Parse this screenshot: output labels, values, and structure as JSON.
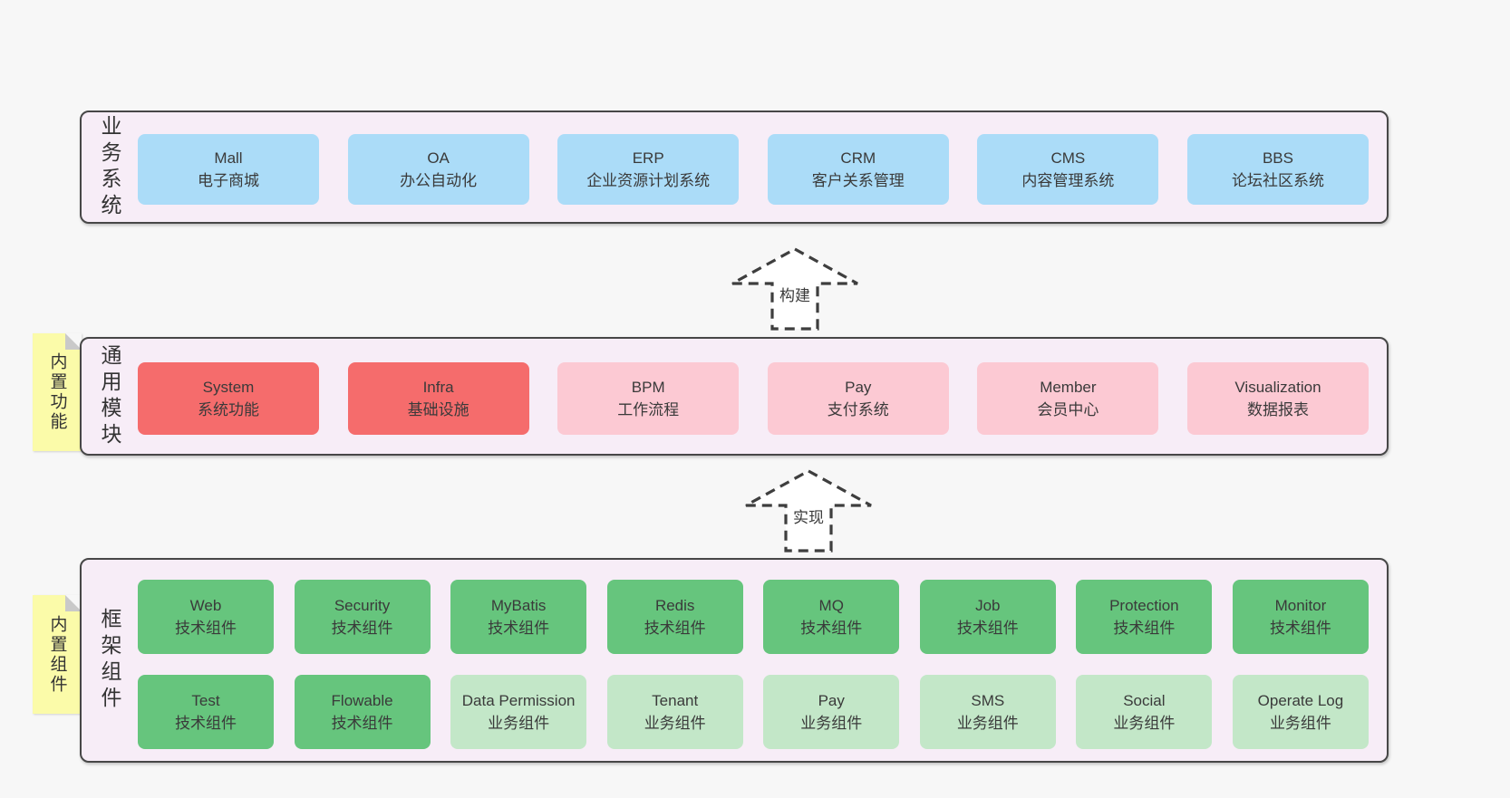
{
  "colors": {
    "bg": "#f7f7f7",
    "panel": "#f7edf7",
    "panel-border": "#474747",
    "blue": "#abdcf8",
    "red": "#f56c6c",
    "pink": "#fcc9d3",
    "green-dark": "#66c57d",
    "green-light": "#c3e7c8",
    "yellow": "#fbfba9",
    "fold": "#c9c9c9",
    "text": "#3a3a3a"
  },
  "layers": {
    "business": {
      "label": "业务系统",
      "boxes": [
        {
          "name": "Mall",
          "desc": "电子商城"
        },
        {
          "name": "OA",
          "desc": "办公自动化"
        },
        {
          "name": "ERP",
          "desc": "企业资源计划系统"
        },
        {
          "name": "CRM",
          "desc": "客户关系管理"
        },
        {
          "name": "CMS",
          "desc": "内容管理系统"
        },
        {
          "name": "BBS",
          "desc": "论坛社区系统"
        }
      ]
    },
    "modules": {
      "label": "通用模块",
      "sticky": "内置功能",
      "boxes": [
        {
          "name": "System",
          "desc": "系统功能"
        },
        {
          "name": "Infra",
          "desc": "基础设施"
        },
        {
          "name": "BPM",
          "desc": "工作流程"
        },
        {
          "name": "Pay",
          "desc": "支付系统"
        },
        {
          "name": "Member",
          "desc": "会员中心"
        },
        {
          "name": "Visualization",
          "desc": "数据报表"
        }
      ]
    },
    "framework": {
      "label": "框架组件",
      "sticky": "内置组件",
      "row1": [
        {
          "name": "Web",
          "desc": "技术组件"
        },
        {
          "name": "Security",
          "desc": "技术组件"
        },
        {
          "name": "MyBatis",
          "desc": "技术组件"
        },
        {
          "name": "Redis",
          "desc": "技术组件"
        },
        {
          "name": "MQ",
          "desc": "技术组件"
        },
        {
          "name": "Job",
          "desc": "技术组件"
        },
        {
          "name": "Protection",
          "desc": "技术组件"
        },
        {
          "name": "Monitor",
          "desc": "技术组件"
        }
      ],
      "row2": [
        {
          "name": "Test",
          "desc": "技术组件"
        },
        {
          "name": "Flowable",
          "desc": "技术组件"
        },
        {
          "name": "Data Permission",
          "desc": "业务组件"
        },
        {
          "name": "Tenant",
          "desc": "业务组件"
        },
        {
          "name": "Pay",
          "desc": "业务组件"
        },
        {
          "name": "SMS",
          "desc": "业务组件"
        },
        {
          "name": "Social",
          "desc": "业务组件"
        },
        {
          "name": "Operate Log",
          "desc": "业务组件"
        }
      ]
    }
  },
  "arrows": {
    "build": "构建",
    "implement": "实现"
  }
}
